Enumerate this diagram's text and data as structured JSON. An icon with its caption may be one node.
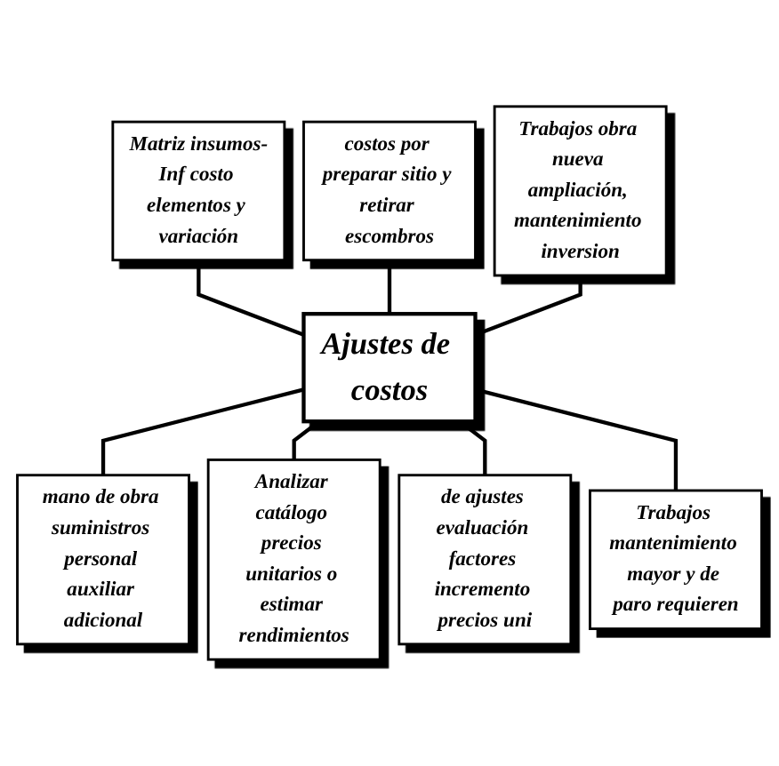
{
  "diagram": {
    "nodes": [
      {
        "text": [
          "Matriz insumos-Inf costo elementos y variación"
        ]
      },
      {
        "text": [
          "costos por preparar sitio y retirar escombros"
        ]
      },
      {
        "text": [
          "Trabajos obra nueva ampliación, mantenimiento inversion"
        ]
      },
      {
        "text": [
          "Ajustes de costos"
        ]
      },
      {
        "text": [
          "mano de obra suministros personal auxiliar adicional"
        ]
      },
      {
        "text": [
          "Analizar catálogo precios unitarios o estimar rendimientos"
        ]
      },
      {
        "text": [
          "de ajustes evaluación factores incremento precios uni"
        ]
      },
      {
        "text": [
          "Trabajos mantenimiento mayor y de paro requieren"
        ]
      }
    ],
    "edges": [
      {
        "from": 3,
        "to": 0,
        "arrow": "none"
      },
      {
        "from": 3,
        "to": 1,
        "arrow": "none"
      },
      {
        "from": 3,
        "to": 2,
        "arrow": "none"
      },
      {
        "from": 3,
        "to": 4,
        "arrow": "none"
      },
      {
        "from": 3,
        "to": 5,
        "arrow": "none"
      },
      {
        "from": 3,
        "to": 6,
        "arrow": "none"
      },
      {
        "from": 3,
        "to": 7,
        "arrow": "none"
      }
    ]
  }
}
